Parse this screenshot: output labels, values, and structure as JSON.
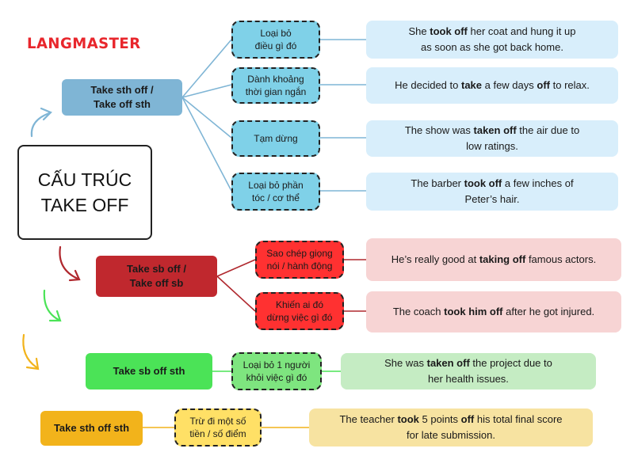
{
  "logo": "LANGMASTER",
  "title": {
    "line1": "CẤU TRÚC",
    "line2": "TAKE OFF"
  },
  "colors": {
    "blue": "#7fb5d5",
    "blue_sub": "#7fd1e8",
    "blue_ex": "#d8eefb",
    "red": "#c0282e",
    "red_sub": "#ff3131",
    "red_ex": "#f7d4d4",
    "green": "#4be357",
    "green_sub": "#7ee57f",
    "green_ex": "#c5ecc3",
    "yellow": "#f2b31b",
    "yellow_sub": "#ffe066",
    "yellow_ex": "#f7e3a1"
  },
  "groups": [
    {
      "label_line1": "Take sth off /",
      "label_line2": "Take off sth",
      "items": [
        {
          "sub_line1": "Loại bỏ",
          "sub_line2": "điều gì đó",
          "ex1": [
            {
              "t": "She "
            },
            {
              "t": "took off",
              "b": true
            },
            {
              "t": " her coat and hung it up"
            }
          ],
          "ex2": [
            {
              "t": "as soon as she got back home."
            }
          ]
        },
        {
          "sub_line1": "Dành khoảng",
          "sub_line2": "thời gian ngắn",
          "ex1": [
            {
              "t": "He decided to "
            },
            {
              "t": "take",
              "b": true
            },
            {
              "t": " a few days "
            },
            {
              "t": "off",
              "b": true
            },
            {
              "t": " to relax."
            }
          ],
          "ex2": []
        },
        {
          "sub_line1": "Tạm dừng",
          "sub_line2": "",
          "ex1": [
            {
              "t": "The show was "
            },
            {
              "t": "taken off",
              "b": true
            },
            {
              "t": " the air due to"
            }
          ],
          "ex2": [
            {
              "t": "low ratings."
            }
          ]
        },
        {
          "sub_line1": "Loại bỏ phần",
          "sub_line2": "tóc / cơ thể",
          "ex1": [
            {
              "t": "The barber "
            },
            {
              "t": "took off",
              "b": true
            },
            {
              "t": " a few inches of"
            }
          ],
          "ex2": [
            {
              "t": "Peter’s hair."
            }
          ]
        }
      ]
    },
    {
      "label_line1": "Take sb off /",
      "label_line2": "Take off sb",
      "items": [
        {
          "sub_line1": "Sao chép giọng",
          "sub_line2": "nói / hành động",
          "ex1": [
            {
              "t": "He’s really good at "
            },
            {
              "t": "taking off",
              "b": true
            },
            {
              "t": " famous actors."
            }
          ],
          "ex2": []
        },
        {
          "sub_line1": "Khiến ai đó",
          "sub_line2": "dừng việc gì đó",
          "ex1": [
            {
              "t": "The coach "
            },
            {
              "t": "took him off",
              "b": true
            },
            {
              "t": " after he got injured."
            }
          ],
          "ex2": []
        }
      ]
    },
    {
      "label_line1": "Take sb off sth",
      "label_line2": "",
      "items": [
        {
          "sub_line1": "Loại bỏ 1 người",
          "sub_line2": "khỏi việc gì đó",
          "ex1": [
            {
              "t": "She was "
            },
            {
              "t": "taken off",
              "b": true
            },
            {
              "t": " the project due to"
            }
          ],
          "ex2": [
            {
              "t": "her health issues."
            }
          ]
        }
      ]
    },
    {
      "label_line1": "Take sth off sth",
      "label_line2": "",
      "items": [
        {
          "sub_line1": "Trừ đi một số",
          "sub_line2": "tiền / số điểm",
          "ex1": [
            {
              "t": "The teacher "
            },
            {
              "t": "took",
              "b": true
            },
            {
              "t": " 5 points "
            },
            {
              "t": "off",
              "b": true
            },
            {
              "t": " his total final score"
            }
          ],
          "ex2": [
            {
              "t": "for late submission."
            }
          ]
        }
      ]
    }
  ]
}
